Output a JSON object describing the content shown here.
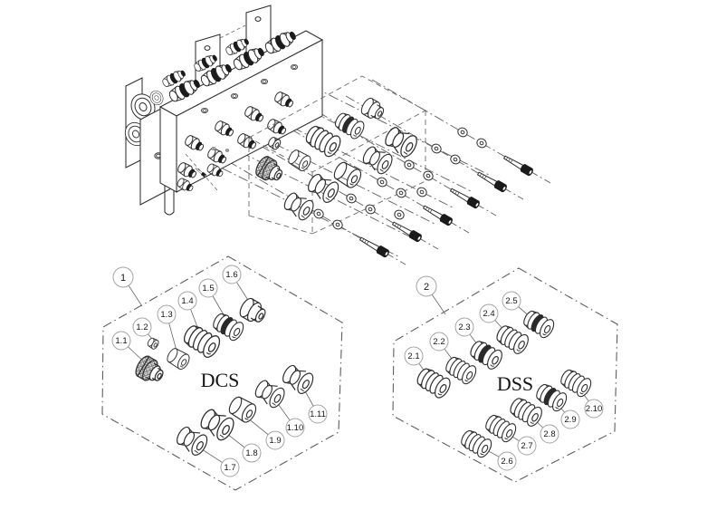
{
  "colors": {
    "line": "#2f2f2f",
    "centerline": "#5f5f5f",
    "balloon_stroke": "#a3a3a3",
    "fastener_fill": "#1b1b1b",
    "background": "#ffffff"
  },
  "detail_views": [
    {
      "group_balloon": "1",
      "title": "DCS",
      "balloons": [
        "1.1",
        "1.2",
        "1.3",
        "1.4",
        "1.5",
        "1.6",
        "1.7",
        "1.8",
        "1.9",
        "1.10",
        "1.11"
      ]
    },
    {
      "group_balloon": "2",
      "title": "DSS",
      "balloons": [
        "2.1",
        "2.2",
        "2.3",
        "2.4",
        "2.5",
        "2.6",
        "2.7",
        "2.8",
        "2.9",
        "2.10"
      ]
    }
  ]
}
